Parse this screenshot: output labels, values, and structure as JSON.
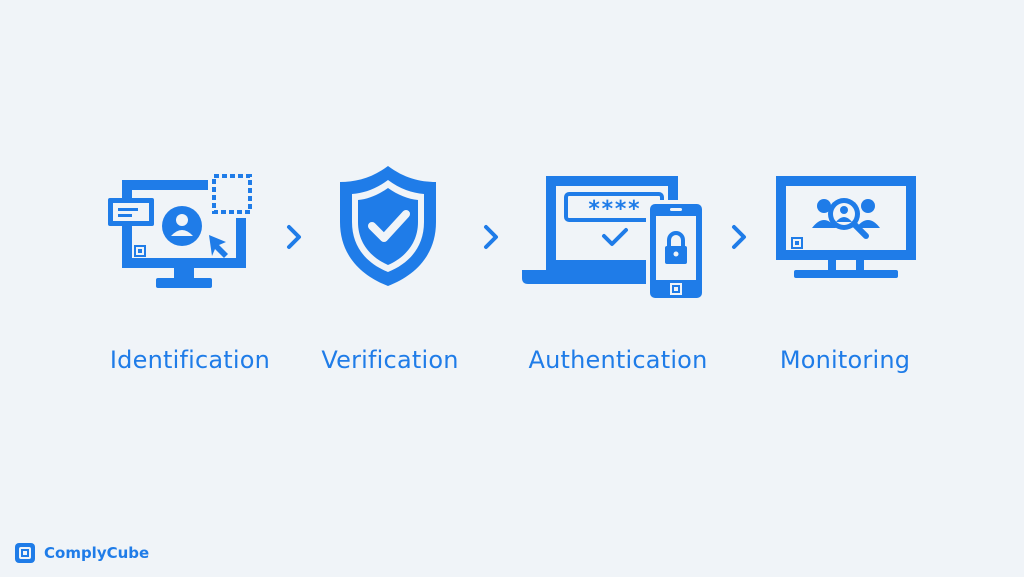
{
  "accent_color": "#1f7ce8",
  "background_color": "#f0f4f8",
  "steps": [
    {
      "label": "Identification",
      "icon": "identification-monitor-icon"
    },
    {
      "label": "Verification",
      "icon": "shield-check-icon"
    },
    {
      "label": "Authentication",
      "icon": "laptop-phone-lock-icon"
    },
    {
      "label": "Monitoring",
      "icon": "monitor-users-search-icon"
    }
  ],
  "separator_icon": "chevron-right-icon",
  "brand": {
    "name": "ComplyCube",
    "icon": "complycube-logo-icon"
  }
}
